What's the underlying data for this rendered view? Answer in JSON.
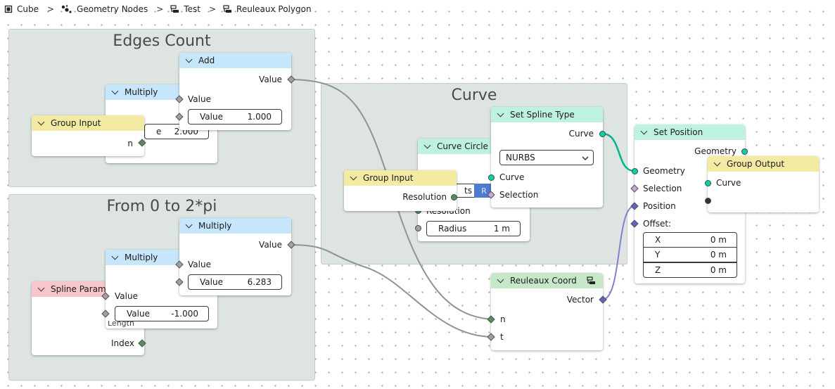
{
  "breadcrumb": {
    "items": [
      {
        "label": "Cube",
        "icon": "cube-icon"
      },
      {
        "label": "Geometry Nodes",
        "icon": "geometry-nodes-icon"
      },
      {
        "label": "Test",
        "icon": "node-tree-icon"
      },
      {
        "label": "Reuleaux Polygon",
        "icon": "node-tree-icon"
      }
    ],
    "separator": ">"
  },
  "frames": {
    "edges_count": "Edges Count",
    "from_0_2pi": "From 0 to 2*pi",
    "curve": "Curve"
  },
  "nodes": {
    "add": {
      "title": "Add",
      "out_value": "Value",
      "in_value": "Value",
      "field_label": "Value",
      "field_value": "1.000"
    },
    "multiply_ec": {
      "title": "Multiply",
      "field_fragment": "e",
      "field_value": "2.000"
    },
    "group_input_ec": {
      "title": "Group Input",
      "out_n": "n"
    },
    "multiply_2pi": {
      "title": "Multiply",
      "out_value": "Value",
      "in_value": "Value",
      "field_label": "Value",
      "field_value": "6.283"
    },
    "multiply_neg": {
      "title": "Multiply",
      "in_value": "Value",
      "field_label": "Value",
      "field_value": "-1.000",
      "frag": "Length"
    },
    "spline_param": {
      "title": "Spline Param",
      "out_index": "Index"
    },
    "group_input_curve": {
      "title": "Group Input",
      "out_resolution": "Resolution"
    },
    "curve_circle": {
      "title": "Curve Circle",
      "points_frag": "ts",
      "mode_frag": "R",
      "resolution": "Resolution",
      "radius_label": "Radius",
      "radius_value": "1 m"
    },
    "set_spline_type": {
      "title": "Set Spline Type",
      "out_curve": "Curve",
      "spline_type": "NURBS",
      "in_curve": "Curve",
      "in_selection": "Selection"
    },
    "set_position": {
      "title": "Set Position",
      "out_geometry": "Geometry",
      "in_geometry": "Geometry",
      "in_selection": "Selection",
      "in_position": "Position",
      "in_offset": "Offset:",
      "x_label": "X",
      "x_value": "0 m",
      "y_label": "Y",
      "y_value": "0 m",
      "z_label": "Z",
      "z_value": "0 m"
    },
    "group_output": {
      "title": "Group Output",
      "in_curve": "Curve"
    },
    "reuleaux_coord": {
      "title": "Reuleaux Coord",
      "out_vector": "Vector",
      "in_n": "n",
      "in_t": "t"
    }
  },
  "colors": {
    "header_math": "#c6e6fb",
    "header_group_io": "#f3eaa4",
    "header_geometry": "#bff1e2",
    "header_input": "#f7c6cc",
    "header_group_node": "#c6e8c9",
    "socket_geometry": "#00d6a3",
    "socket_float": "#a1a1a1",
    "socket_int": "#598c5c",
    "socket_vector": "#6363c7",
    "socket_bool": "#cca6d6",
    "frame": "#dde4e1"
  }
}
